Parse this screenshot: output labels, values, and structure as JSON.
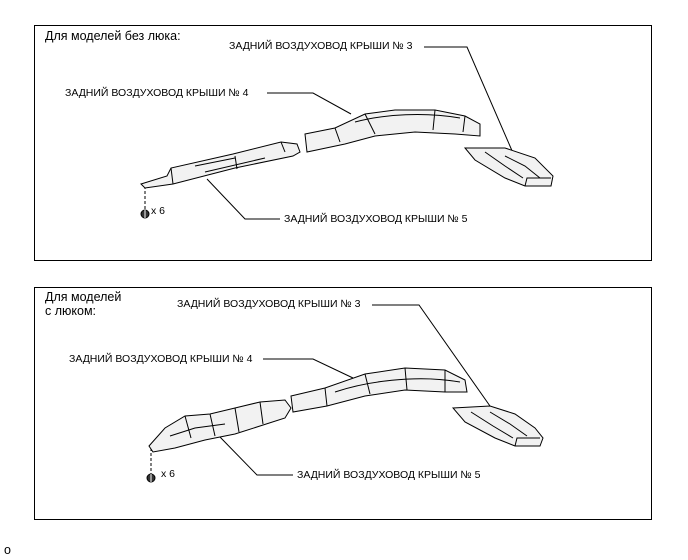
{
  "panels": [
    {
      "title": "Для моделей без люка:",
      "labels": {
        "duct3": "ЗАДНИЙ ВОЗДУХОВОД КРЫШИ № 3",
        "duct4": "ЗАДНИЙ ВОЗДУХОВОД КРЫШИ № 4",
        "duct5": "ЗАДНИЙ ВОЗДУХОВОД КРЫШИ № 5"
      },
      "clip_count": "x 6"
    },
    {
      "title_line1": "Для моделей",
      "title_line2": "с люком:",
      "labels": {
        "duct3": "ЗАДНИЙ ВОЗДУХОВОД КРЫШИ № 3",
        "duct4": "ЗАДНИЙ ВОЗДУХОВОД КРЫШИ № 4",
        "duct5": "ЗАДНИЙ ВОЗДУХОВОД КРЫШИ № 5"
      },
      "clip_count": "x 6"
    }
  ],
  "footer_code": "o",
  "icons": [
    "clip-icon",
    "duct-3-icon",
    "duct-4-icon",
    "duct-5-icon"
  ]
}
